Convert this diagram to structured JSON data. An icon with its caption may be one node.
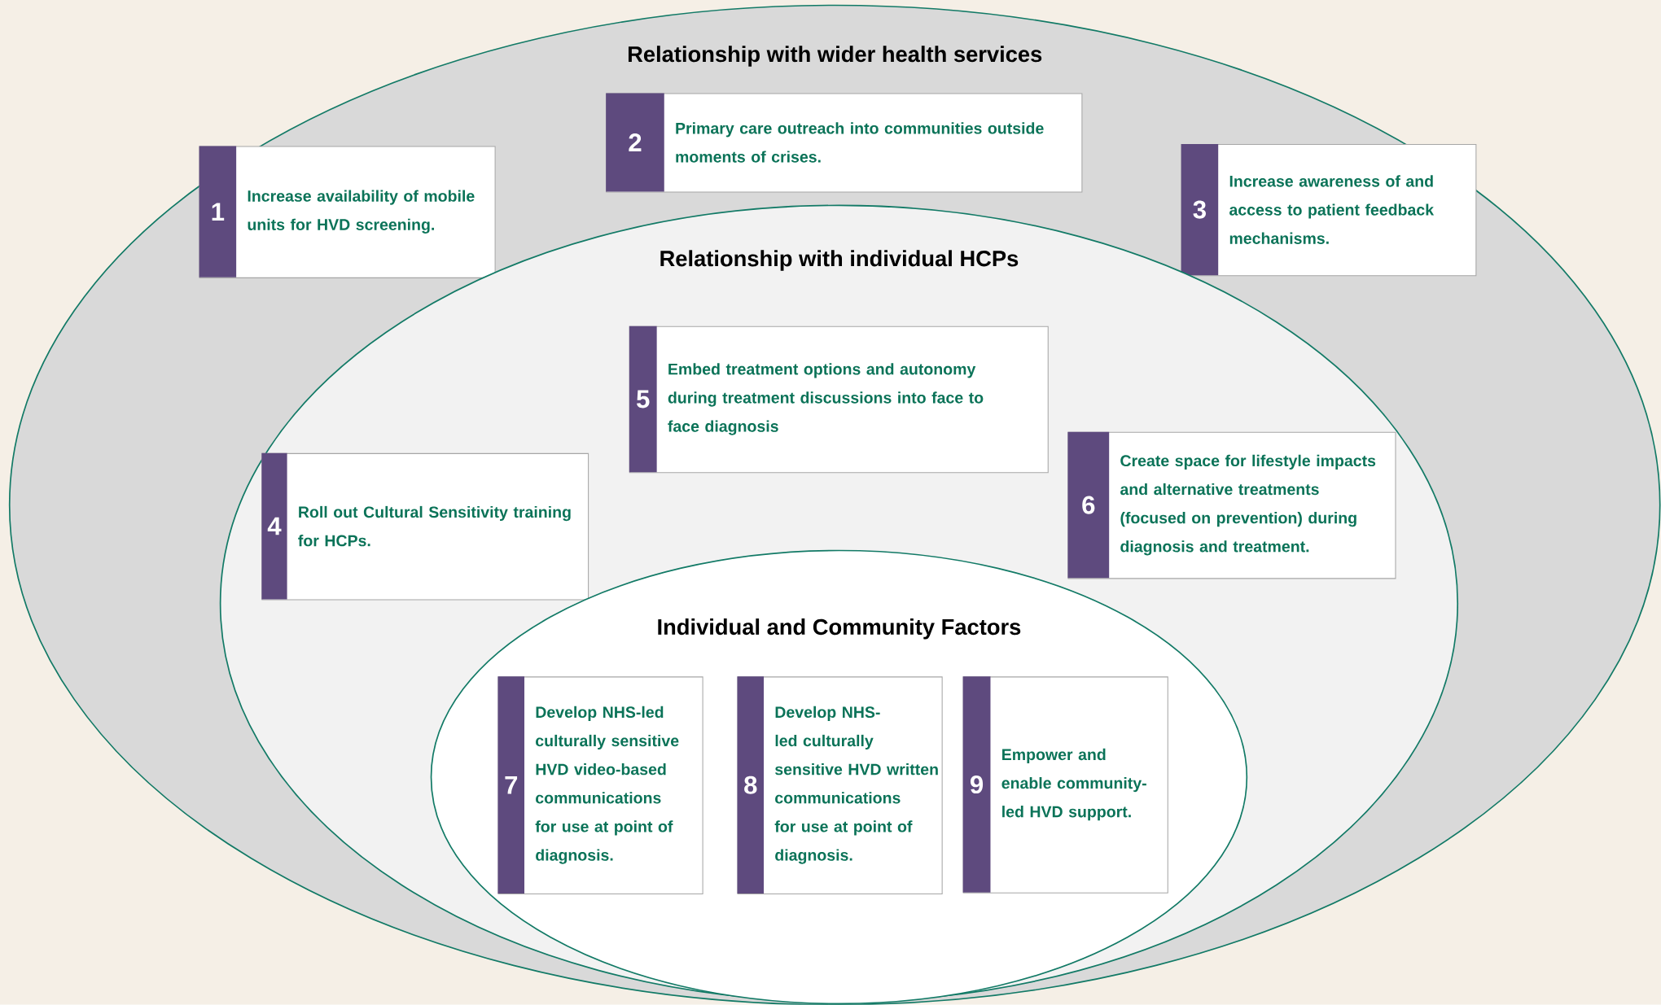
{
  "diagram": {
    "nodes": [
      {
        "text": [
          "Relationship with wider health services"
        ]
      },
      {
        "text": [
          "1",
          "Increase availability of mobile units for HVD screening."
        ],
        "in": 0
      },
      {
        "text": [
          "2",
          "Primary care outreach into communities outside moments of crises."
        ],
        "in": 0
      },
      {
        "text": [
          "3",
          "Increase awareness of and access to patient feedback mechanisms."
        ],
        "in": 0
      },
      {
        "text": [
          "Relationship with individual HCPs"
        ],
        "in": 0
      },
      {
        "text": [
          "4",
          "Roll out Cultural Sensitivity training for HCPs."
        ],
        "in": 4
      },
      {
        "text": [
          "5",
          "Embed treatment options and autonomy during treatment discussions into face to face diagnosis"
        ],
        "in": 4
      },
      {
        "text": [
          "6",
          "Create space for lifestyle impacts and alternative treatments (focused on prevention) during diagnosis and treatment."
        ],
        "in": 4
      },
      {
        "text": [
          "Individual and Community Factors"
        ],
        "in": 4
      },
      {
        "text": [
          "7",
          "Develop NHS-led culturally sensitive HVD video-based communications for use at point of diagnosis."
        ],
        "in": 8
      },
      {
        "text": [
          "8",
          "Develop NHS-led culturally sensitive HVD written communications for use at point of diagnosis."
        ],
        "in": 8
      },
      {
        "text": [
          "9",
          "Empower and enable community-led HVD support."
        ],
        "in": 8
      }
    ]
  }
}
